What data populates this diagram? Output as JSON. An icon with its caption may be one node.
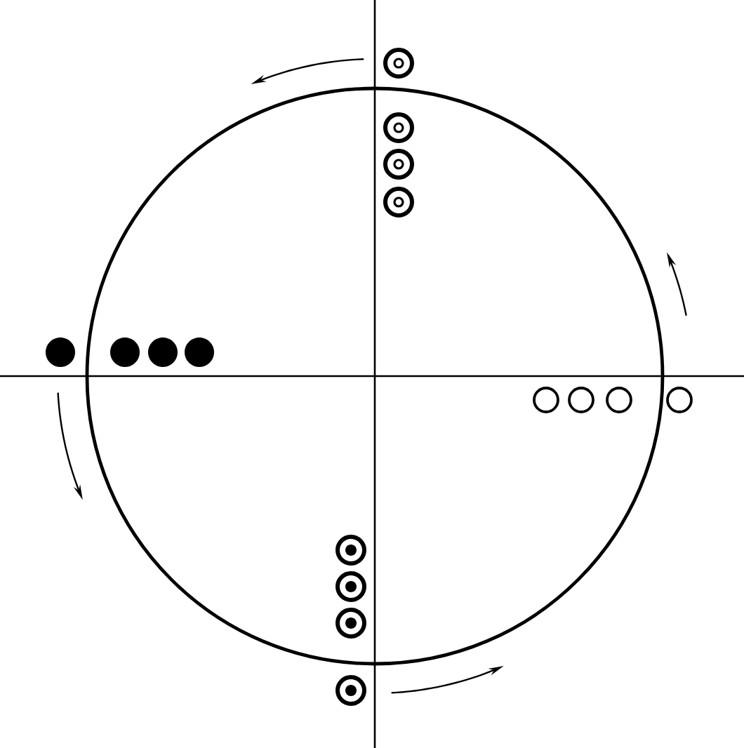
{
  "diagram": {
    "nodes": [
      {
        "text": [],
        "shape": "ring"
      },
      {
        "text": [],
        "shape": "ring"
      },
      {
        "text": [],
        "shape": "ring"
      },
      {
        "text": [],
        "shape": "ring"
      },
      {
        "text": [],
        "shape": "dot"
      },
      {
        "text": [],
        "shape": "dot"
      },
      {
        "text": [],
        "shape": "dot"
      },
      {
        "text": [],
        "shape": "dot"
      },
      {
        "text": [],
        "shape": "circle"
      },
      {
        "text": [],
        "shape": "circle"
      },
      {
        "text": [],
        "shape": "circle"
      },
      {
        "text": [],
        "shape": "circle"
      },
      {
        "text": [],
        "shape": "target"
      },
      {
        "text": [],
        "shape": "target"
      },
      {
        "text": [],
        "shape": "target"
      },
      {
        "text": [],
        "shape": "target"
      }
    ]
  }
}
